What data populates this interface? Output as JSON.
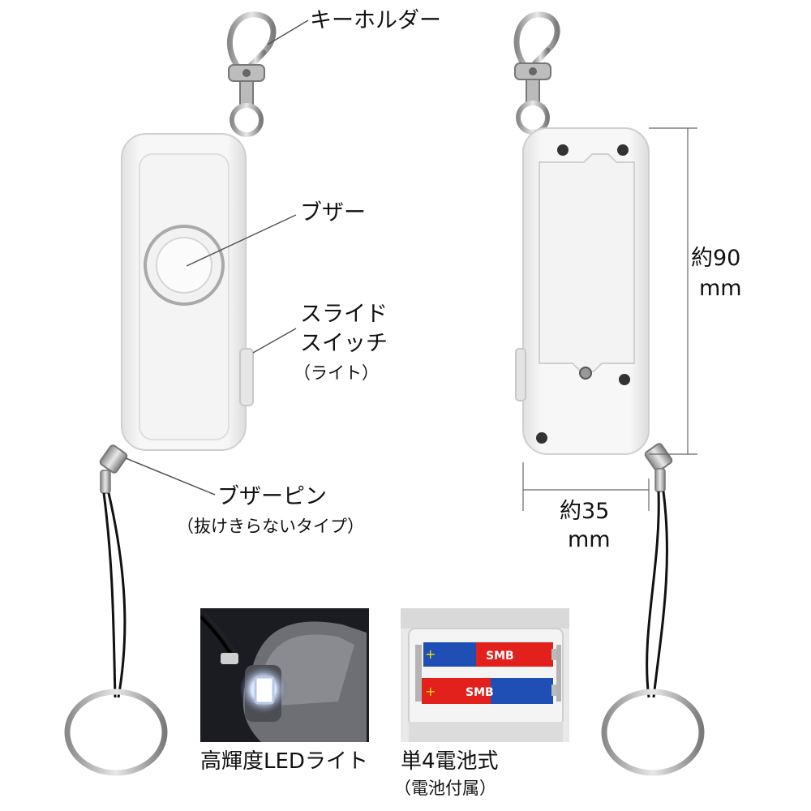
{
  "labels": {
    "keyholder": "キーホルダー",
    "buzzer": "ブザー",
    "slide_switch_line1": "スライド",
    "slide_switch_line2": "スイッチ",
    "slide_switch_note": "（ライト）",
    "buzzer_pin": "ブザーピン",
    "buzzer_pin_note": "（抜けきらないタイプ）",
    "height": "約90",
    "height_unit": "mm",
    "width": "約35",
    "width_unit": "mm",
    "led_caption": "高輝度LEDライト",
    "battery_caption": "単4電池式",
    "battery_note": "（電池付属）"
  },
  "battery_brand": "SMB",
  "colors": {
    "body": "#f1f1f1",
    "leader_line": "#555555",
    "battery_blue": "#1f4fb4",
    "battery_red": "#e2201c"
  }
}
